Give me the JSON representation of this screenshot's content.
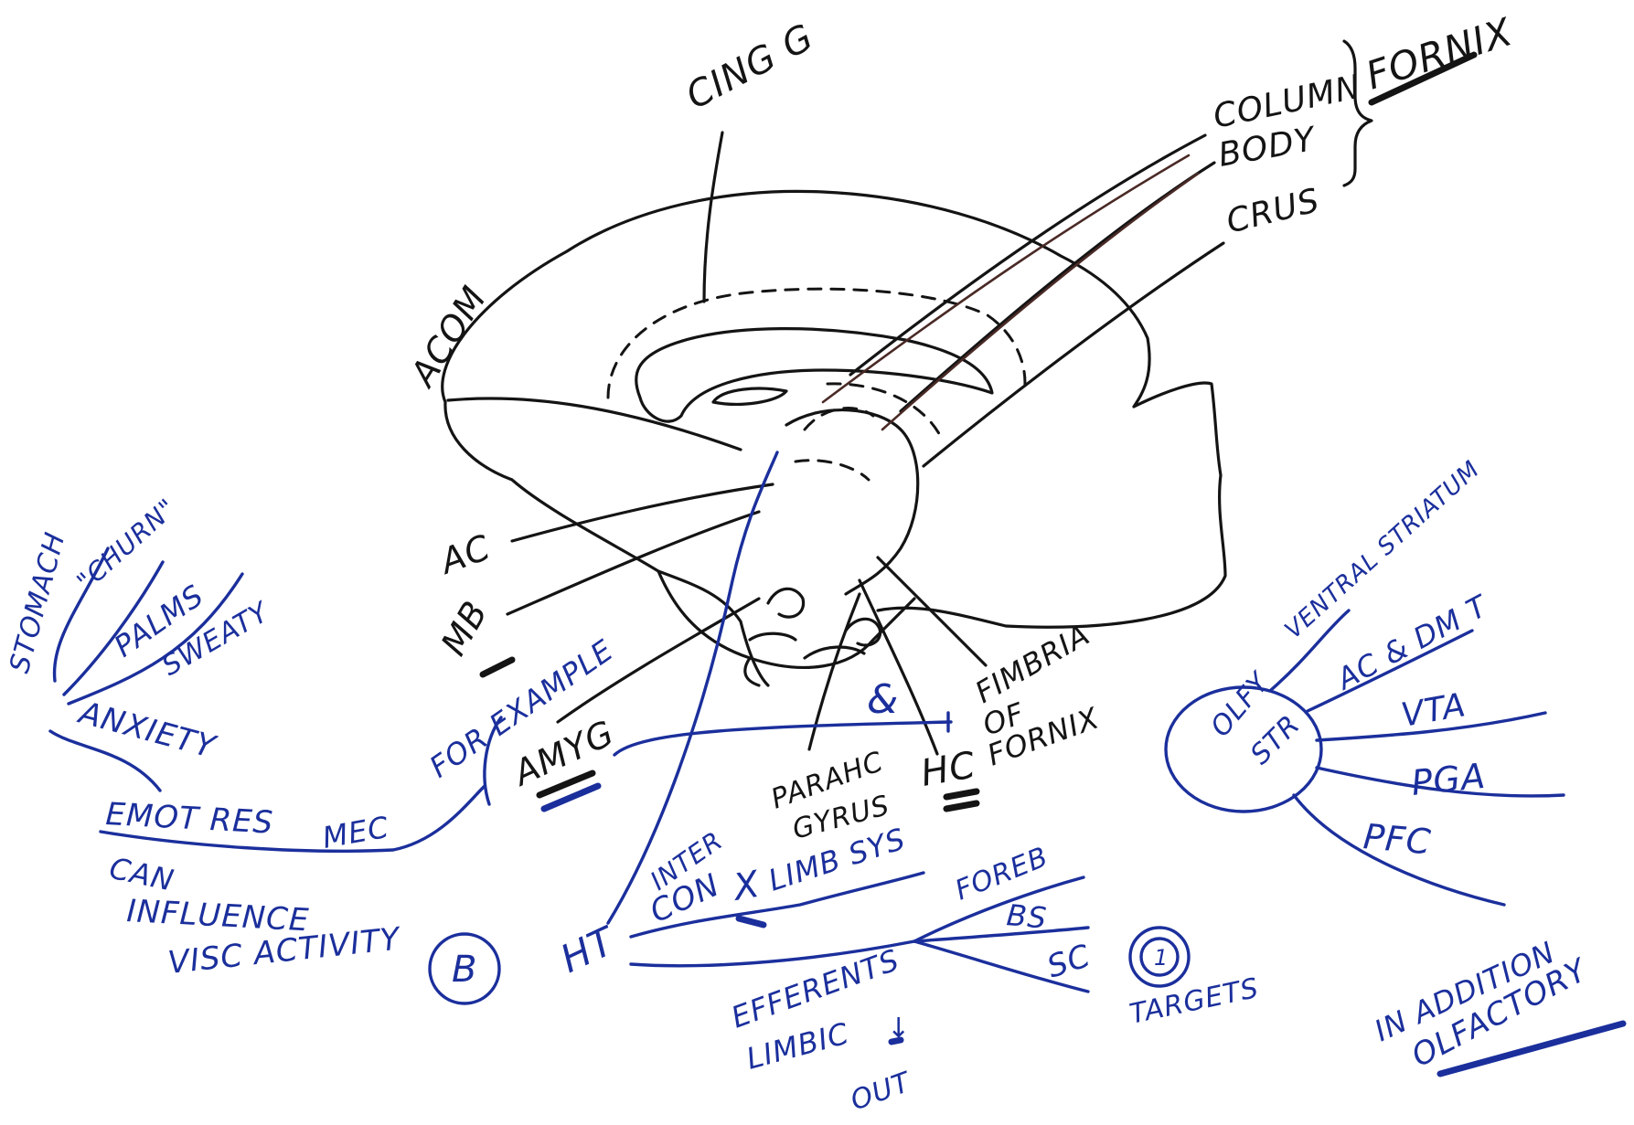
{
  "labels": {
    "cing_g": "CING G",
    "column": "COLUMN",
    "body": "BODY",
    "crus": "CRUS",
    "fornix": "FORNIX",
    "acom": "ACOM",
    "ac": "AC",
    "mb": "MB",
    "fimbria": "FIMBRIA",
    "of": "OF",
    "fornix_lower": "FORNIX",
    "amyg": "AMYG",
    "amp": "&",
    "hc": "HC",
    "parahc": "PARAHC",
    "gyrus": "GYRUS",
    "stomach": "STOMACH",
    "churn": "\"CHURN\"",
    "palms": "PALMS",
    "sweaty": "SWEATY",
    "anxiety": "ANXIETY",
    "emot_res": "EMOT RES",
    "mec": "MEC",
    "for_example": "FOR EXAMPLE",
    "can": "CAN",
    "influence": "INFLUENCE",
    "visc_activity": "VISC ACTIVITY",
    "b_circle": "B",
    "ht": "HT",
    "inter": "INTER",
    "con": "CON",
    "x": "X",
    "limb_sys": "LIMB SYS",
    "foreb": "FOREB",
    "bs": "BS",
    "sc": "SC",
    "one_circle": "1",
    "targets": "TARGETS",
    "efferents": "EFFERENTS",
    "limbic": "LIMBIC",
    "arrow_down": "↓",
    "out": "OUT",
    "ventral_striatum": "VENTRAL STRIATUM",
    "olfy": "OLFY",
    "str": "STR",
    "ac_dm_t": "AC & DM T",
    "vta": "VTA",
    "pga": "PGA",
    "pfc": "PFC",
    "in_addition": "IN ADDITION",
    "olfactory": "OLFACTORY"
  },
  "colors": {
    "black_ink": "#141414",
    "blue_ink": "#1b2f9c",
    "brown_line": "#4a2a26",
    "paper": "#ffffff"
  }
}
